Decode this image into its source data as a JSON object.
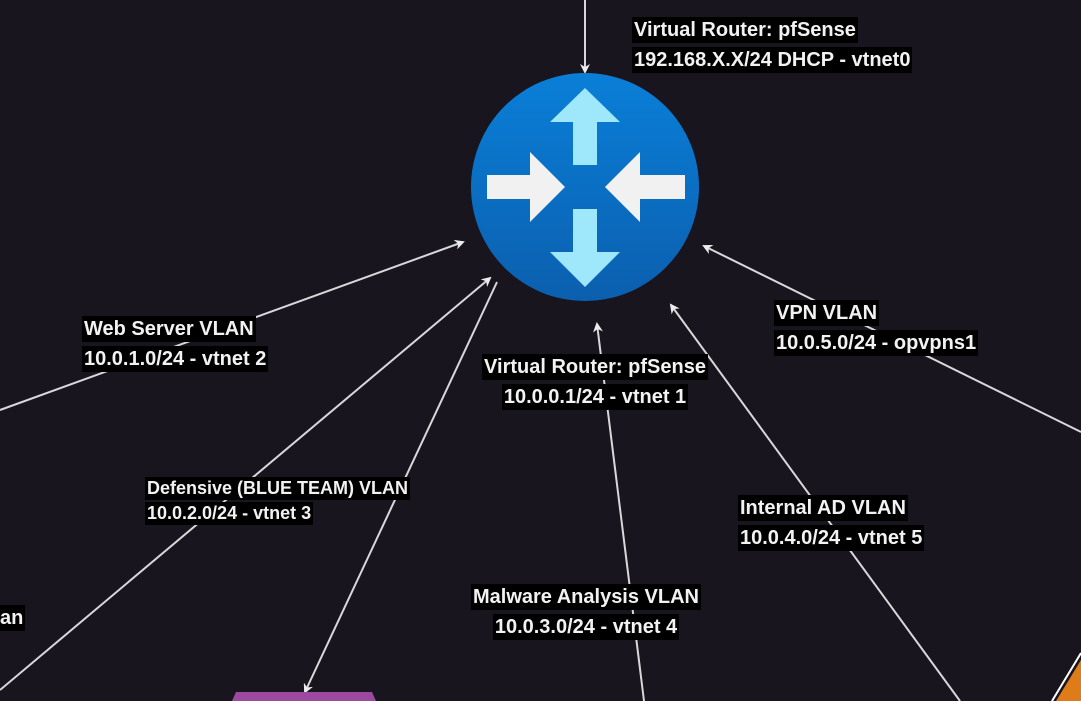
{
  "diagram": {
    "title": "Virtual network topology",
    "colors": {
      "background": "#18151f",
      "router_fill_top": "#0a7fd8",
      "router_fill_bottom": "#0b5fae",
      "arrow_vertical": "#9fe8fb",
      "arrow_horizontal": "#f1f1f1",
      "edge": "#d8d8d8",
      "purple_node": "#9b4aa0",
      "orange_node": "#e07b1a"
    },
    "router": {
      "icon": "router-icon",
      "name": "pfSense"
    },
    "labels": {
      "wan": {
        "line1": "Virtual Router: pfSense",
        "line2": "192.168.X.X/24 DHCP - vtnet0"
      },
      "lan": {
        "line1": "Virtual Router: pfSense",
        "line2": "10.0.0.1/24 - vtnet 1"
      },
      "web": {
        "line1": "Web Server VLAN",
        "line2": "10.0.1.0/24 - vtnet 2"
      },
      "blue": {
        "line1": "Defensive (BLUE TEAM) VLAN",
        "line2": "10.0.2.0/24 - vtnet 3"
      },
      "malware": {
        "line1": "Malware Analysis VLAN",
        "line2": "10.0.3.0/24 - vtnet 4"
      },
      "ad": {
        "line1": "Internal AD VLAN",
        "line2": "10.0.4.0/24 - vtnet 5"
      },
      "vpn": {
        "line1": "VPN VLAN",
        "line2": "10.0.5.0/24 - opvpns1"
      },
      "partial_left": {
        "line1": "an"
      }
    }
  }
}
